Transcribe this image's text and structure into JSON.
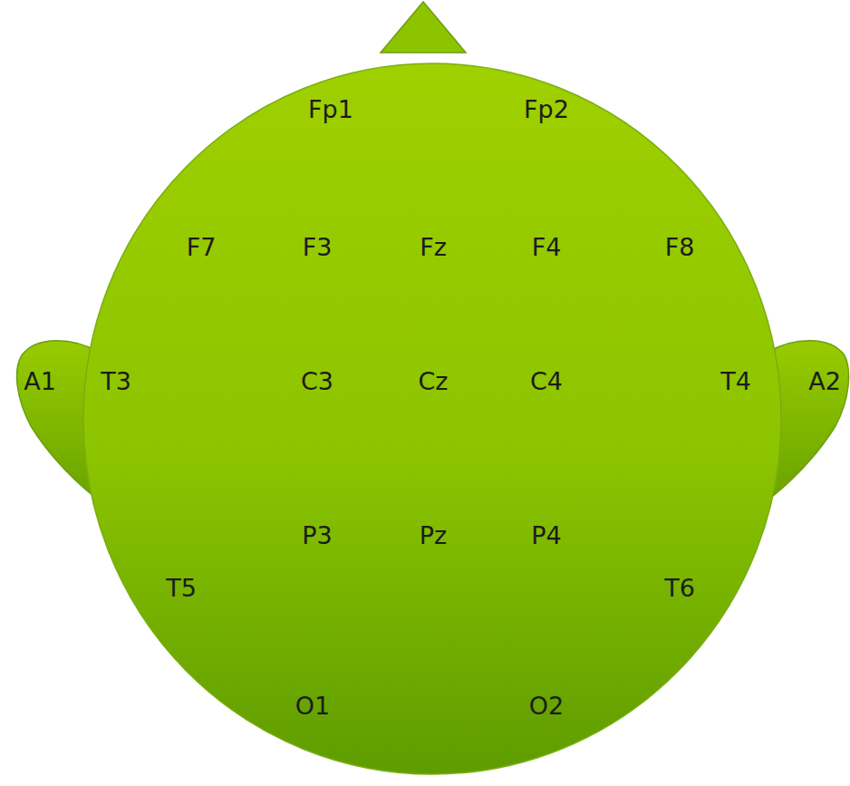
{
  "diagram": {
    "labels": [
      "Fp1",
      "Fp2",
      "F7",
      "F3",
      "Fz",
      "F4",
      "F8",
      "A1",
      "T3",
      "C3",
      "Cz",
      "C4",
      "T4",
      "A2",
      "P3",
      "Pz",
      "P4",
      "T5",
      "T6",
      "O1",
      "O2"
    ]
  }
}
